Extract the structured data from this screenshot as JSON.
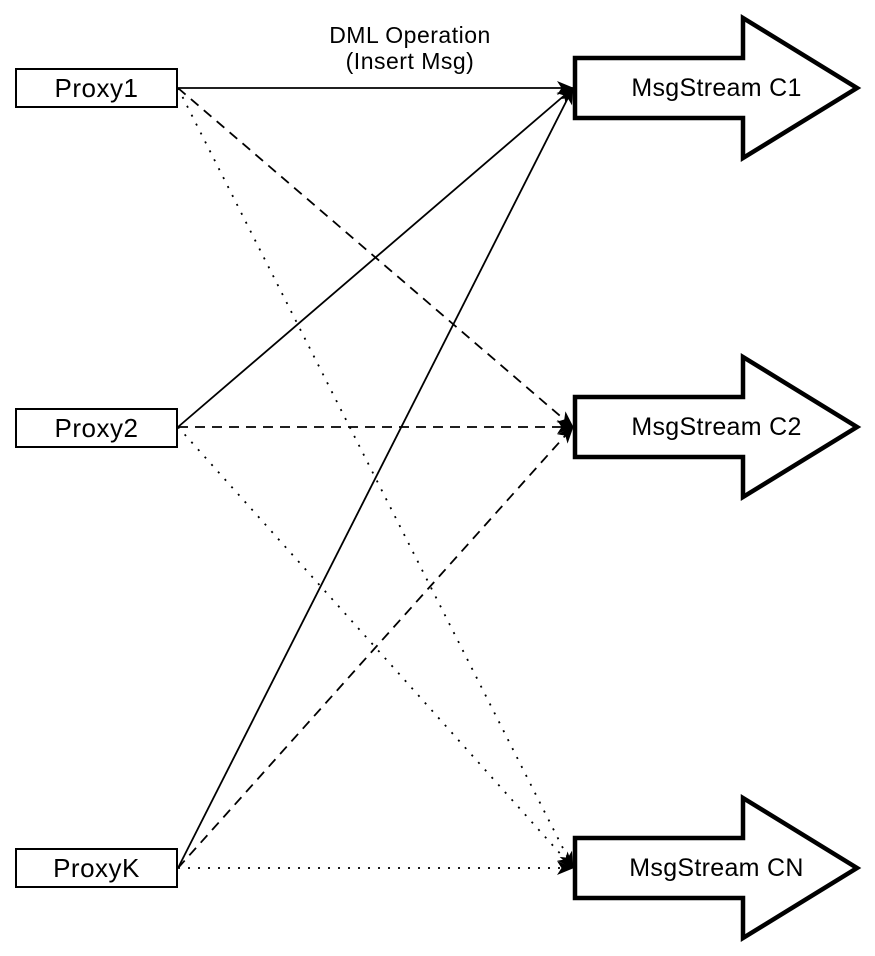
{
  "title": {
    "line1": "DML Operation",
    "line2": "(Insert Msg)"
  },
  "proxies": [
    {
      "id": "proxy1",
      "label": "Proxy1"
    },
    {
      "id": "proxy2",
      "label": "Proxy2"
    },
    {
      "id": "proxyk",
      "label": "ProxyK"
    }
  ],
  "streams": [
    {
      "id": "c1",
      "label": "MsgStream C1"
    },
    {
      "id": "c2",
      "label": "MsgStream C2"
    },
    {
      "id": "cn",
      "label": "MsgStream CN"
    }
  ],
  "edges": [
    {
      "from": "proxy1",
      "to": "c1",
      "style": "solid"
    },
    {
      "from": "proxy1",
      "to": "c2",
      "style": "dashed"
    },
    {
      "from": "proxy1",
      "to": "cn",
      "style": "dotted"
    },
    {
      "from": "proxy2",
      "to": "c1",
      "style": "solid"
    },
    {
      "from": "proxy2",
      "to": "c2",
      "style": "dashed"
    },
    {
      "from": "proxy2",
      "to": "cn",
      "style": "dotted"
    },
    {
      "from": "proxyk",
      "to": "c1",
      "style": "solid"
    },
    {
      "from": "proxyk",
      "to": "c2",
      "style": "dashed"
    },
    {
      "from": "proxyk",
      "to": "cn",
      "style": "dotted"
    }
  ],
  "colors": {
    "line": "#000000",
    "shape_fill": "#ffffff",
    "background": "#ffffff"
  }
}
